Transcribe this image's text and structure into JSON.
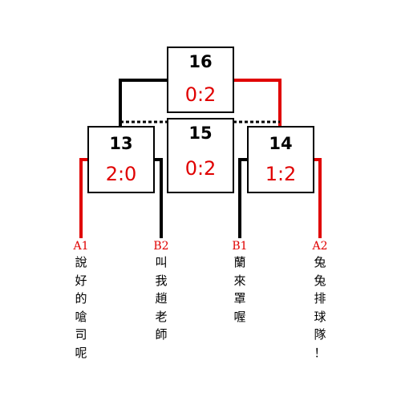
{
  "colors": {
    "winner_path": "#e00000",
    "line": "#000000",
    "score": "#e00000"
  },
  "matches": {
    "m16": {
      "number": "16",
      "score": "0:2"
    },
    "m15": {
      "number": "15",
      "score": "0:2"
    },
    "m13": {
      "number": "13",
      "score": "2:0"
    },
    "m14": {
      "number": "14",
      "score": "1:2"
    }
  },
  "teams": {
    "a1": {
      "seed": "A1",
      "name": "說\n好\n的\n嗆\n司\n呢",
      "seed_color": "#e00000"
    },
    "b2": {
      "seed": "B2",
      "name": "叫\n我\n趙\n老\n師",
      "seed_color": "#e00000"
    },
    "b1": {
      "seed": "B1",
      "name": "蘭\n來\n罩\n喔",
      "seed_color": "#e00000"
    },
    "a2": {
      "seed": "A2",
      "name": "兔\n兔\n排\n球\n隊\n！",
      "seed_color": "#e00000"
    }
  }
}
